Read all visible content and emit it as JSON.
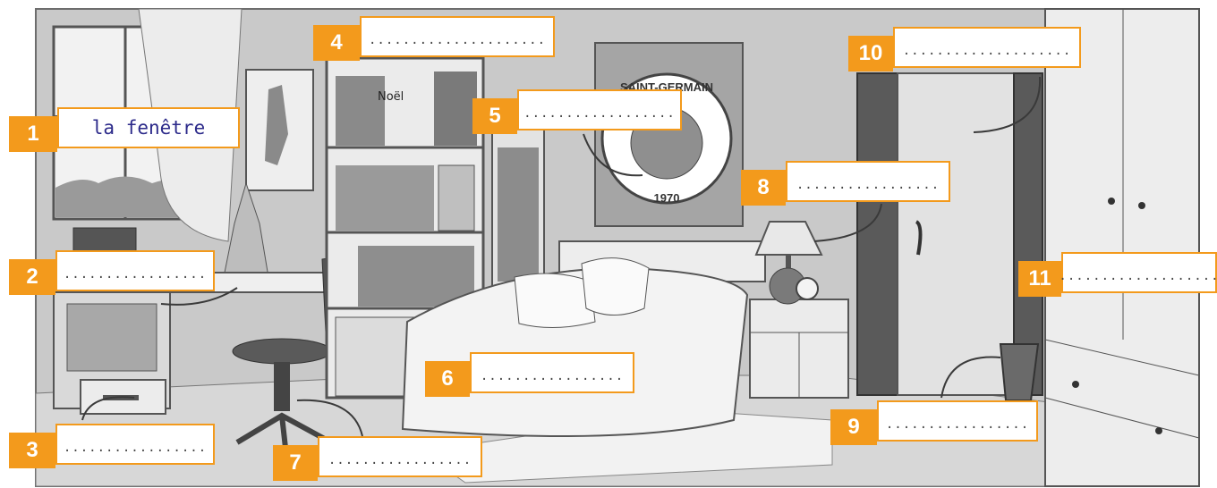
{
  "labels": [
    {
      "number": "1",
      "answer": "la fenêtre",
      "target": "window"
    },
    {
      "number": "2",
      "answer": ".................",
      "target": "desk"
    },
    {
      "number": "3",
      "answer": ".................",
      "target": "drawer"
    },
    {
      "number": "4",
      "answer": ".....................",
      "target": "bookshelf"
    },
    {
      "number": "5",
      "answer": "..................",
      "target": "poster"
    },
    {
      "number": "6",
      "answer": ".................",
      "target": "bed"
    },
    {
      "number": "7",
      "answer": ".................",
      "target": "chair"
    },
    {
      "number": "8",
      "answer": ".................",
      "target": "lamp"
    },
    {
      "number": "9",
      "answer": ".................",
      "target": "wastebasket"
    },
    {
      "number": "10",
      "answer": "....................",
      "target": "door"
    },
    {
      "number": "11",
      "answer": "...................",
      "target": "wardrobe"
    }
  ],
  "poster": {
    "top_text": "SAINT-GERMAIN",
    "bottom_text": "1970"
  },
  "book_title": "Noël",
  "colors": {
    "accent": "#f39a1c",
    "answer_text": "#2c2a8a"
  }
}
